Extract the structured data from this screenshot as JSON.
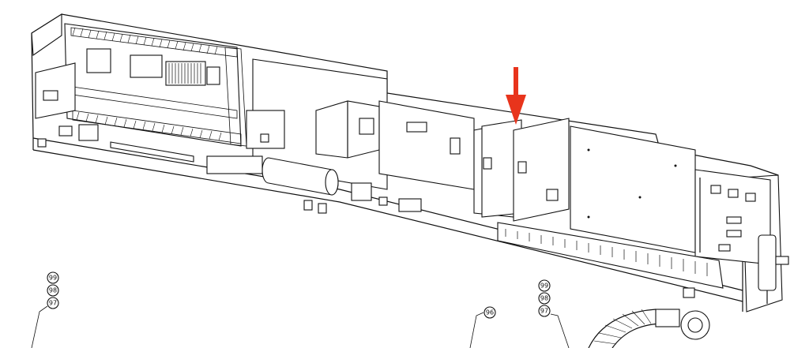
{
  "callouts": {
    "left": [
      "99",
      "98",
      "97"
    ],
    "middle": [
      "96"
    ],
    "right": [
      "99",
      "98",
      "97"
    ]
  },
  "colors": {
    "arrow": "#e8341c",
    "line": "#111111",
    "background": "#ffffff"
  }
}
